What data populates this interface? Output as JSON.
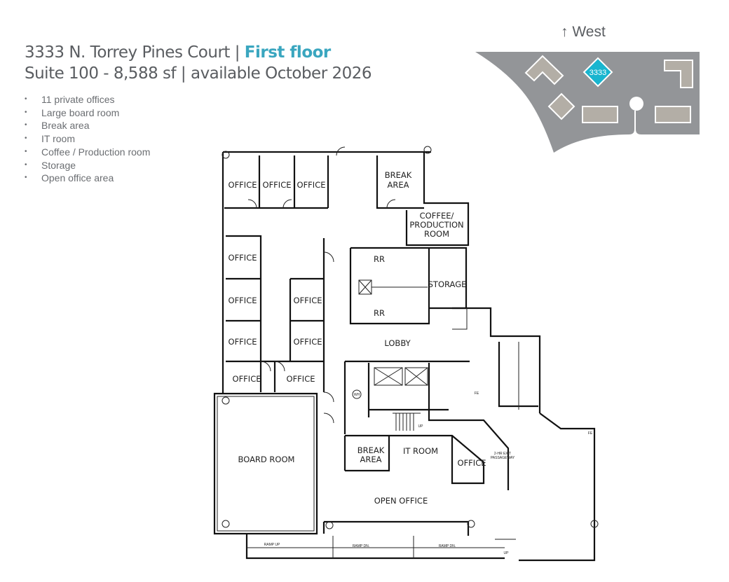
{
  "header": {
    "title_main": "3333 N. Torrey Pines Court | ",
    "title_accent": "First floor",
    "subtitle": "Suite 100 - 8,588 sf | available October 2026"
  },
  "features": [
    "11 private offices",
    "Large board room",
    "Break area",
    "IT room",
    "Coffee / Production room",
    "Storage",
    "Open office area"
  ],
  "site_map": {
    "orientation_label": "West",
    "orientation_icon": "arrow-up-icon",
    "building_label": "3333",
    "colors": {
      "ground": "#939598",
      "buildings": "#b3aea6",
      "highlight": "#19b5cf"
    }
  },
  "floor_plan": {
    "rooms": {
      "office_1": "OFFICE",
      "office_2": "OFFICE",
      "office_3": "OFFICE",
      "break_area_top_1": "BREAK",
      "break_area_top_2": "AREA",
      "coffee_1": "COFFEE/",
      "coffee_2": "PRODUCTION",
      "coffee_3": "ROOM",
      "office_4": "OFFICE",
      "office_5": "OFFICE",
      "office_6": "OFFICE",
      "office_7": "OFFICE",
      "office_8": "OFFICE",
      "office_9": "OFFICE",
      "office_10": "OFFICE",
      "rr_1": "RR",
      "rr_2": "RR",
      "storage": "STORAGE",
      "lobby": "LOBBY",
      "board_room": "BOARD ROOM",
      "break_area_bottom_1": "BREAK",
      "break_area_bottom_2": "AREA",
      "it_room": "IT ROOM",
      "office_11": "OFFICE",
      "open_office": "OPEN OFFICE"
    },
    "notes": {
      "ramp_up": "RAMP UP",
      "ramp_dn_1": "RAMP DN.",
      "ramp_dn_2": "RAMP DN.",
      "up_1": "UP",
      "up_2": "UP",
      "exit_1": "2-HR EXIT",
      "exit_2": "PASSAGEWAY",
      "wh": "WH",
      "fe_1": "FE",
      "fe_2": "FE"
    }
  }
}
